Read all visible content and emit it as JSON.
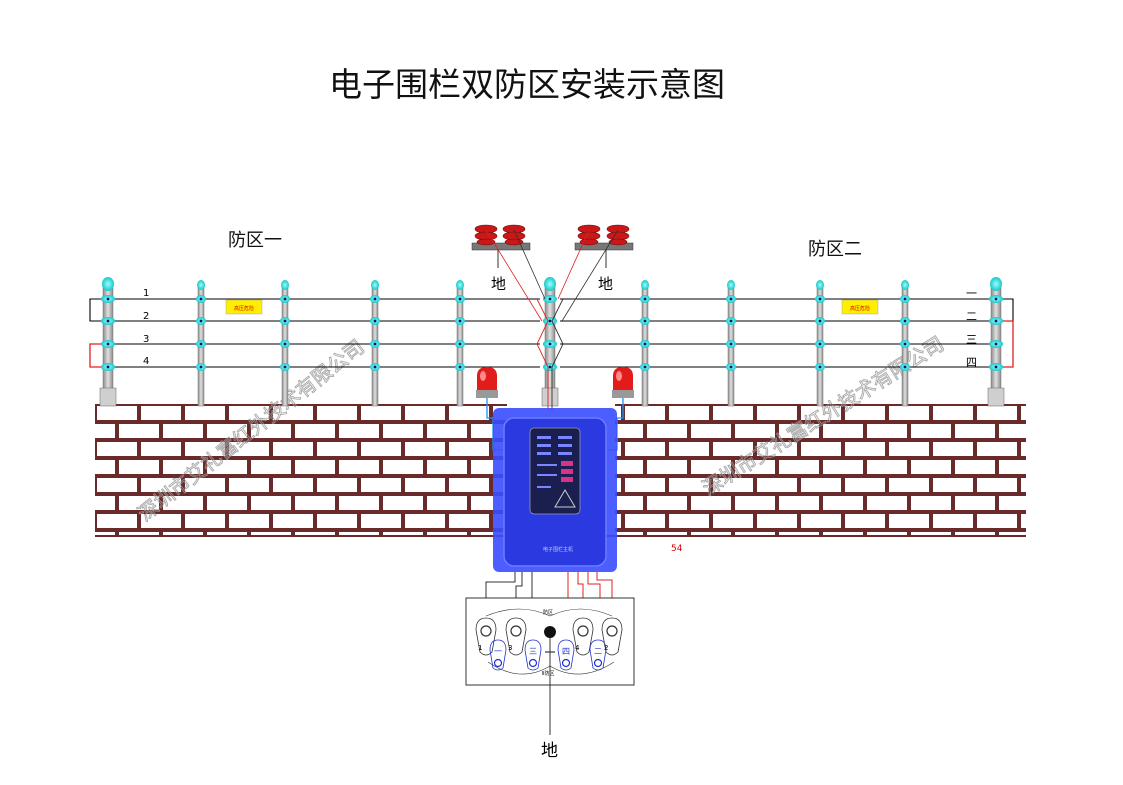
{
  "title": "电子围栏双防区安装示意图",
  "zone_one": "防区一",
  "zone_two": "防区二",
  "ground_label": "地",
  "wire_numbers": [
    "1",
    "2",
    "3",
    "4"
  ],
  "right_wire_labels": [
    "一",
    "二",
    "三",
    "四"
  ],
  "warning_sign": "高压危险",
  "watermark": "深圳市艾礼富红外技术有限公司",
  "page_number": "54",
  "terminal_top_label": "防区",
  "terminal_bottom_label": "II防区",
  "terminal_numbers": [
    "1",
    "3",
    "4",
    "2"
  ],
  "terminal_inner_labels": [
    "一",
    "三",
    "四",
    "二"
  ],
  "controller_label": "电子围栏主机",
  "colors": {
    "post": "#b9b9b9",
    "insulator": "#22dede",
    "wire": "#000000",
    "red_wire": "#e02020",
    "blue_wire": "#1e90ff",
    "brick": "#6b2a2a",
    "controller": "#3a4dff",
    "alarm": "#e21b1b",
    "sign": "#ffee00"
  }
}
